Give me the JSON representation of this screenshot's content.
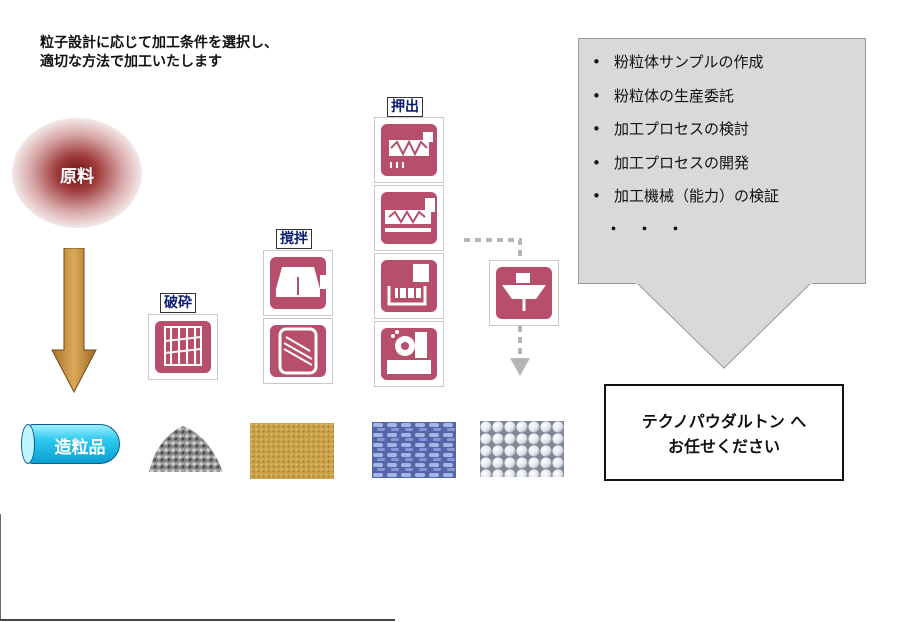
{
  "headline": {
    "line1": "粒子設計に応じて加工条件を選択し、",
    "line2": "適切な方法で加工いたします"
  },
  "raw_material": {
    "label": "原料"
  },
  "product": {
    "label": "造粒品"
  },
  "processes": [
    {
      "label": "破砕",
      "icons": [
        "crusher-icon"
      ],
      "sample": "gray-granules"
    },
    {
      "label": "撹拌",
      "icons": [
        "mixer-hood-icon",
        "stirring-drum-icon"
      ],
      "sample": "tan-powder"
    },
    {
      "label": "押出",
      "icons": [
        "screw-extruder-icon",
        "horizontal-extruder-icon",
        "vertical-extruder-icon",
        "pellet-machine-icon"
      ],
      "sample": "blue-pellets"
    },
    {
      "label": "",
      "icons": [
        "spheronizer-icon"
      ],
      "sample": "white-beads"
    }
  ],
  "services": {
    "items": [
      "粉粒体サンプルの作成",
      "粉粒体の生産委託",
      "加工プロセスの検討",
      "加工プロセスの開発",
      "加工機械（能力）の検証"
    ],
    "ellipsis": "・・・"
  },
  "cta": {
    "line1": "テクノパウダルトン へ",
    "line2": "お任せください"
  },
  "colors": {
    "icon_fill": "#b64e6c",
    "panel_gray": "#d9d9d9",
    "label_navy": "#0b1c73",
    "arrow_brown": "#c8953f"
  }
}
